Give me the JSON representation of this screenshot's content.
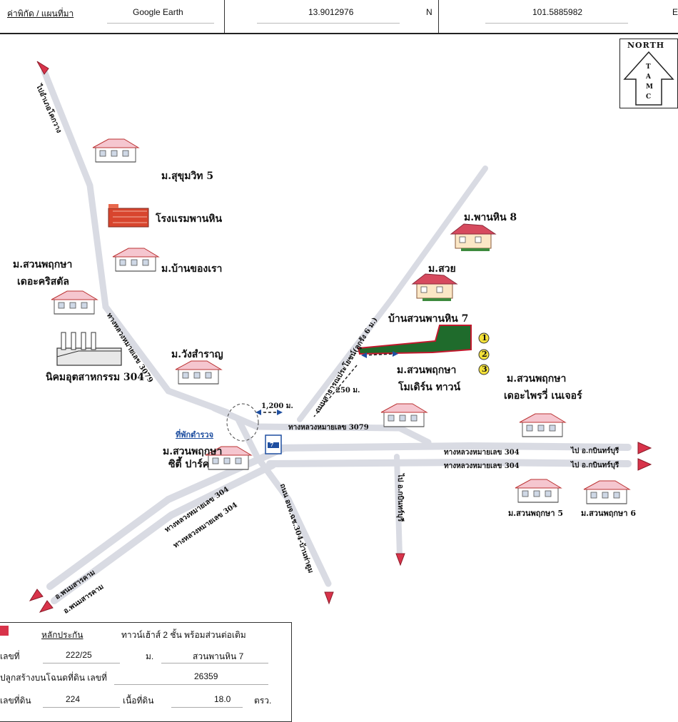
{
  "header": {
    "coord_label": "ค่าพิกัด / แผนที่มา",
    "source": "Google Earth",
    "lat": "13.9012976",
    "lat_dir": "N",
    "lon": "101.5885982",
    "lon_dir": "E"
  },
  "north_arrow": {
    "label": "NORTH",
    "letters": [
      "T",
      "A",
      "M",
      "C"
    ]
  },
  "places": {
    "sukhumvit5": "ม.สุขุมวิท 5",
    "hotel": "โรงแรมพานหิน",
    "baan_khong_rao": "ม.บ้านของเรา",
    "suan_crystal_1": "ม.สวนพฤกษา",
    "suan_crystal_2": "เดอะคริสตัล",
    "industrial": "นิคมอุตสาหกรรม 304",
    "wang_samran": "ม.วังสำราญ",
    "suan_city_1": "ม.สวนพฤกษา",
    "suan_city_2": "ซิตี้ ปาร์ค",
    "panhin8": "ม.พานหิน 8",
    "suay": "ม.สวย",
    "subject": "บ้านสวนพานหิน 7",
    "suan_modern_1": "ม.สวนพฤกษา",
    "suan_modern_2": "โมเดิร์น ทาวน์",
    "suan_privy_1": "ม.สวนพฤกษา",
    "suan_privy_2": "เดอะไพรวี่ เนเจอร์",
    "suan5": "ม.สวนพฤกษา 5",
    "suan6": "ม.สวนพฤกษา 6",
    "police": "ที่พักตำรวจ"
  },
  "roads": {
    "to_nakhon": "ไปอำเภอโคกวาง",
    "hwy3079_a": "ทางหลวงหมายเลข 3079",
    "hwy3079_b": "ทางหลวงหมายเลข 3079",
    "side_road": "ถนนสาธารณประโยชน์(ลูกรัง 6 ม.)",
    "hwy304_e1": "ทางหลวงหมายเลข 304",
    "hwy304_e2": "ทางหลวงหมายเลข 304",
    "to_prachin1": "ไป อ.กบินทร์บุรี",
    "to_prachin2": "ไป อ.กบินทร์บุรี",
    "hwy304_w1": "ทางหลวงหมายเลข 304",
    "hwy304_w2": "ทางหลวงหมายเลข 304",
    "phanom1": "อ.พนมสารคาม",
    "phanom2": "อ.พนมสารคาม",
    "to_khok": "ไป อ.กบินทร์บุรี",
    "local_road": "ถนน อบจ.ฉช.304-บ้านท่าตูม"
  },
  "distances": {
    "d1": "1,200 ม.",
    "d2": "250 ม."
  },
  "markers": [
    "1",
    "2",
    "3"
  ],
  "store_sign": "7",
  "info": {
    "collateral_label": "หลักประกัน",
    "collateral_value": "ทาวน์เฮ้าส์ 2 ชั้น พร้อมส่วนต่อเติม",
    "house_no_label": "เลขที่",
    "house_no": "222/25",
    "village_label": "ม.",
    "village": "สวนพานหิน 7",
    "deed_label": "ปลูกสร้างบนโฉนดที่ดิน เลขที่",
    "deed_no": "26359",
    "land_no_label": "เลขที่ดิน",
    "land_no": "224",
    "area_label": "เนื้อที่ดิน",
    "area": "18.0",
    "area_unit": "ตรว."
  },
  "colors": {
    "road": "#d9dbe3",
    "arrow": "#d8334a",
    "plot": "#1f6b2c",
    "plot_border": "#c2182d",
    "house_roof": "#d64a5e",
    "marker": "#f4e13a"
  }
}
